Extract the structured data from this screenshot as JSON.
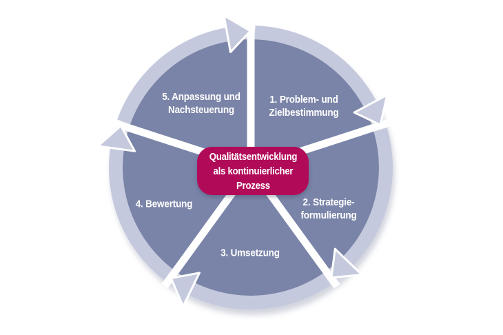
{
  "diagram": {
    "center_box": {
      "lines": [
        "Qualitätsentwicklung",
        "als kontinuierlicher",
        "Prozess"
      ]
    },
    "segments": [
      {
        "id": 1,
        "label_lines": [
          "1. Problem- und",
          "Zielbestimmung"
        ]
      },
      {
        "id": 2,
        "label_lines": [
          "2. Strategie-",
          "formulierung"
        ]
      },
      {
        "id": 3,
        "label_lines": [
          "3. Umsetzung"
        ]
      },
      {
        "id": 4,
        "label_lines": [
          "4. Bewertung"
        ]
      },
      {
        "id": 5,
        "label_lines": [
          "5. Anpassung und",
          "Nachsteuerung"
        ]
      }
    ],
    "colors": {
      "background": "#ffffff",
      "segment_fill": "#7a84a8",
      "ring_arrow": "#c5c9dd",
      "divider": "#ffffff",
      "center_box_bg": "#b10a59",
      "label_text": "#ffffff",
      "shadow": "#c8cad6"
    }
  }
}
